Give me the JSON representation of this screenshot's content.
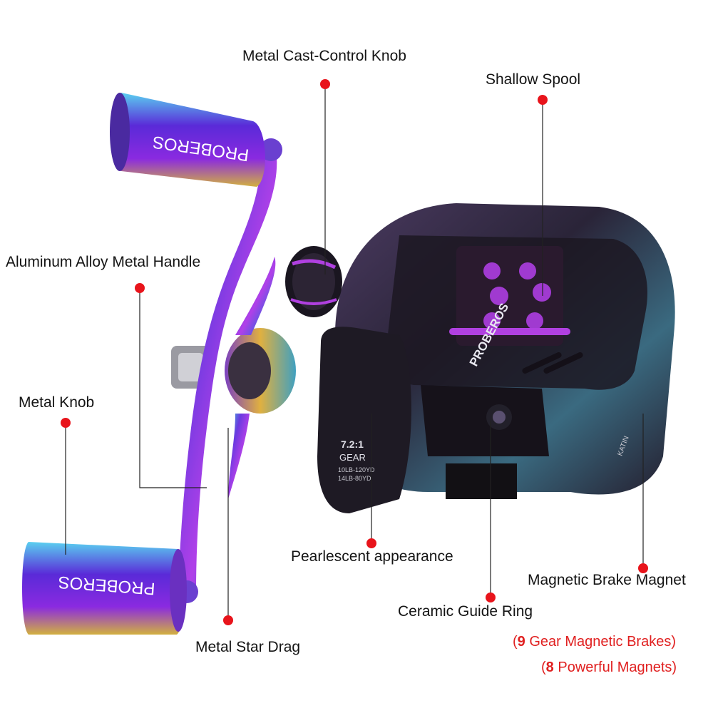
{
  "labels": {
    "cast_control_knob": "Metal Cast-Control Knob",
    "shallow_spool": "Shallow Spool",
    "handle": "Aluminum Alloy Metal Handle",
    "metal_knob": "Metal Knob",
    "pearlescent": "Pearlescent appearance",
    "brake_magnet": "Magnetic Brake Magnet",
    "guide_ring": "Ceramic Guide Ring",
    "star_drag": "Metal Star Drag"
  },
  "notes": {
    "gear_brakes": {
      "open": "(",
      "number": "9",
      "text": " Gear Magnetic Brakes)"
    },
    "magnets": {
      "open": "(",
      "number": "8",
      "text": " Powerful Magnets)"
    }
  },
  "product_text": {
    "brand": "PROBEROS",
    "ratio": "7.2:1",
    "gear": "GEAR",
    "line1": "10LB-120YD",
    "line2": "14LB-80YD",
    "side": "KATIN"
  },
  "colors": {
    "callout_dot": "#e8141b",
    "note_text": "#e02020"
  }
}
